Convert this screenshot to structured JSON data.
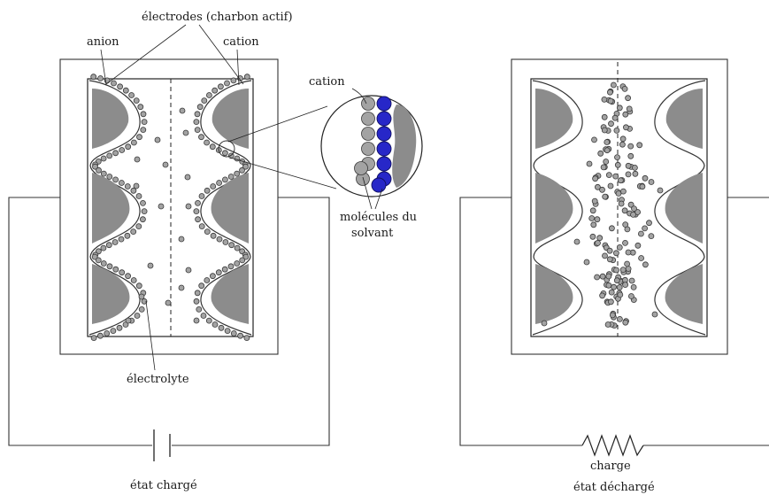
{
  "labels": {
    "electrodes": "électrodes (charbon actif)",
    "anion": "anion",
    "cation_top": "cation",
    "cation_zoom": "cation",
    "molecules_line1": "molécules du",
    "molecules_line2": "solvant",
    "electrolyte": "électrolyte",
    "charge": "charge",
    "etat_charge": "état chargé",
    "etat_decharge": "état déchargé"
  },
  "colors": {
    "solvent": "#2727c8",
    "ion": "#a3a3a3",
    "carbon": "#8c8c8c"
  },
  "icons": {
    "battery": "capacitor-symbol",
    "load": "resistor-symbol"
  }
}
